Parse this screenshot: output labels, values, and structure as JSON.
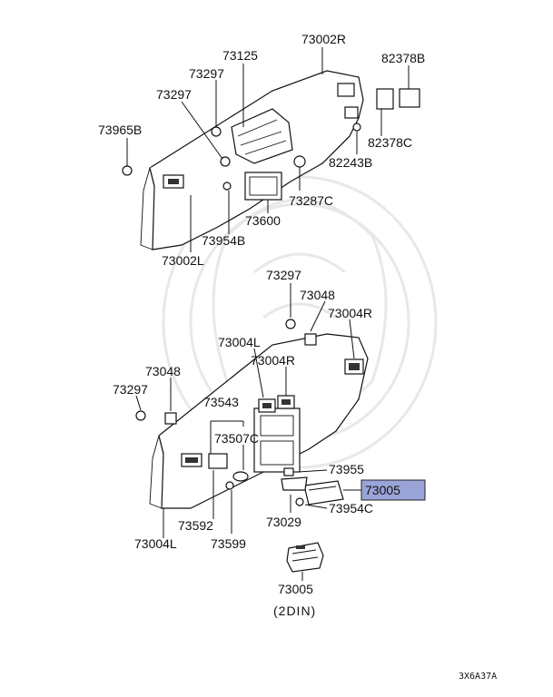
{
  "diagram": {
    "upper_assembly": {
      "labels": [
        "73125",
        "73002R",
        "82378B",
        "73297",
        "73297",
        "73965B",
        "82378C",
        "82243B",
        "73287C",
        "73600",
        "73954B",
        "73002L"
      ]
    },
    "lower_assembly": {
      "labels": [
        "73297",
        "73048",
        "73004R",
        "73004L",
        "73004R",
        "73048",
        "73297",
        "73543",
        "73507C",
        "73955",
        "73005",
        "73954C",
        "73029",
        "73592",
        "73599",
        "73004L"
      ]
    },
    "detail_2din": {
      "part": "73005",
      "caption": "(2DIN)"
    },
    "highlighted_part": "73005",
    "highlight_color": "#9aa4d8",
    "reference_code": "3X6A37A"
  }
}
